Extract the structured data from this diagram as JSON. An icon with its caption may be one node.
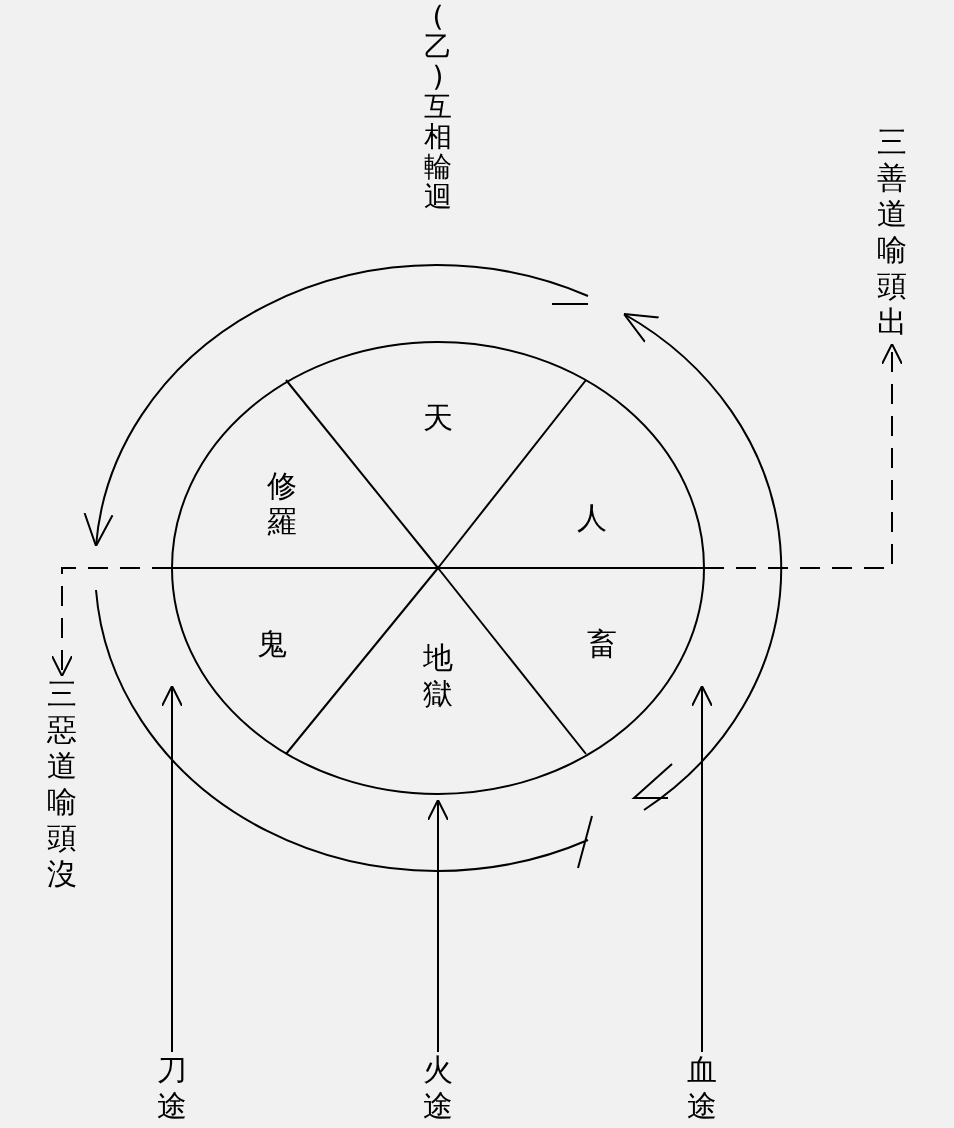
{
  "diagram": {
    "nodes": [
      {
        "text": [],
        "shape": "circle"
      },
      {
        "text": [
          "天"
        ],
        "in": 0
      },
      {
        "text": [
          "修羅"
        ],
        "in": 0
      },
      {
        "text": [
          "人"
        ],
        "in": 0
      },
      {
        "text": [
          "鬼"
        ],
        "in": 0
      },
      {
        "text": [
          "地獄"
        ],
        "in": 0
      },
      {
        "text": [
          "畜"
        ],
        "in": 0
      },
      {
        "text": [
          "三善道喻頭出"
        ]
      },
      {
        "text": [
          "三惡道喻頭沒"
        ]
      },
      {
        "text": [
          "刀途"
        ]
      },
      {
        "text": [
          "火途"
        ]
      },
      {
        "text": [
          "血途"
        ]
      }
    ],
    "edges": [
      {
        "from": 0,
        "to": 7,
        "arrow": "to",
        "style": "dashed"
      },
      {
        "from": 0,
        "to": 8,
        "arrow": "to",
        "style": "dashed"
      },
      {
        "from": 9,
        "to": 4,
        "arrow": "to"
      },
      {
        "from": 10,
        "to": 5,
        "arrow": "to"
      },
      {
        "from": 11,
        "to": 6,
        "arrow": "to"
      }
    ],
    "labels": [
      "(乙)互相輪迴"
    ]
  }
}
